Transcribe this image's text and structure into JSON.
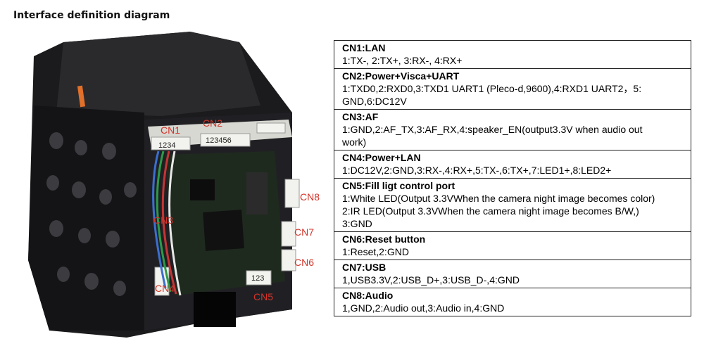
{
  "title": "Interface definition diagram",
  "photo": {
    "labels": [
      "CN1",
      "CN2",
      "CN8",
      "CN7",
      "CN6",
      "CN5",
      "CN4",
      "CN3"
    ],
    "silkscreen": [
      "1234",
      "123456",
      "123"
    ]
  },
  "rows": [
    {
      "title": "CN1:LAN",
      "lines": [
        "1:TX-, 2:TX+, 3:RX-, 4:RX+"
      ]
    },
    {
      "title": "CN2:Power+Visca+UART",
      "lines": [
        "1:TXD0,2:RXD0,3:TXD1 UART1 (Pleco-d,9600),4:RXD1 UART2，5:",
        "GND,6:DC12V"
      ]
    },
    {
      "title": "CN3:AF",
      "lines": [
        "1:GND,2:AF_TX,3:AF_RX,4:speaker_EN(output3.3V when audio out",
        "work)"
      ]
    },
    {
      "title": "CN4:Power+LAN",
      "lines": [
        "1:DC12V,2:GND,3:RX-,4:RX+,5:TX-,6:TX+,7:LED1+,8:LED2+"
      ]
    },
    {
      "title": "CN5:Fill ligt control port",
      "lines": [
        "1:White LED(Output 3.3VWhen the camera night image becomes color)",
        "2:IR LED(Output 3.3VWhen the camera night image becomes B/W,)",
        "3:GND"
      ]
    },
    {
      "title": "CN6:Reset button",
      "lines": [
        "1:Reset,2:GND"
      ]
    },
    {
      "title": "CN7:USB",
      "lines": [
        "1,USB3.3V,2:USB_D+,3:USB_D-,4:GND"
      ]
    },
    {
      "title": "CN8:Audio",
      "lines": [
        "1,GND,2:Audio out,3:Audio in,4:GND"
      ]
    }
  ]
}
